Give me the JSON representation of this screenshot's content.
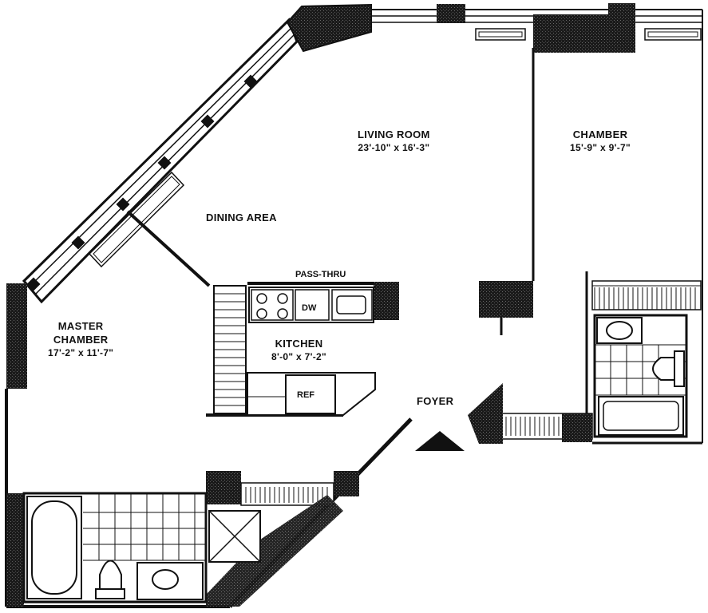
{
  "rooms": {
    "living": {
      "name": "LIVING ROOM",
      "dims": "23'-10\" x 16'-3\""
    },
    "chamber": {
      "name": "CHAMBER",
      "dims": "15'-9\" x 9'-7\""
    },
    "dining": {
      "name": "DINING AREA"
    },
    "master": {
      "name_line1": "MASTER",
      "name_line2": "CHAMBER",
      "dims": "17'-2\" x 11'-7\""
    },
    "kitchen": {
      "name": "KITCHEN",
      "dims": "8'-0\" x 7'-2\""
    },
    "foyer": {
      "name": "FOYER"
    }
  },
  "fixtures": {
    "pass_thru": "PASS-THRU",
    "dishwasher": "DW",
    "refrigerator": "REF"
  },
  "colors": {
    "ink": "#111111",
    "paper": "#ffffff"
  }
}
